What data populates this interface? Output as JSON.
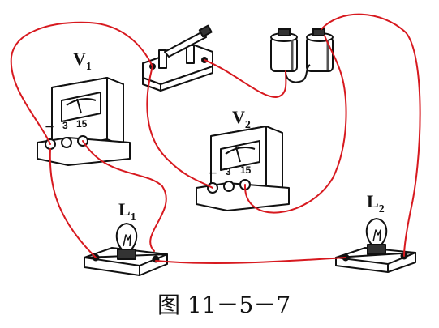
{
  "caption": "图 11－5－7",
  "voltmeter1": {
    "label": "V",
    "subscript": "1",
    "terminals": [
      "－",
      "3",
      "15"
    ]
  },
  "voltmeter2": {
    "label": "V",
    "subscript": "2",
    "terminals": [
      "－",
      "3",
      "15"
    ]
  },
  "lamp1": {
    "label": "L",
    "subscript": "1"
  },
  "lamp2": {
    "label": "L",
    "subscript": "2"
  },
  "colors": {
    "wire": "#d7191f",
    "ink": "#111111",
    "paper": "#ffffff"
  }
}
